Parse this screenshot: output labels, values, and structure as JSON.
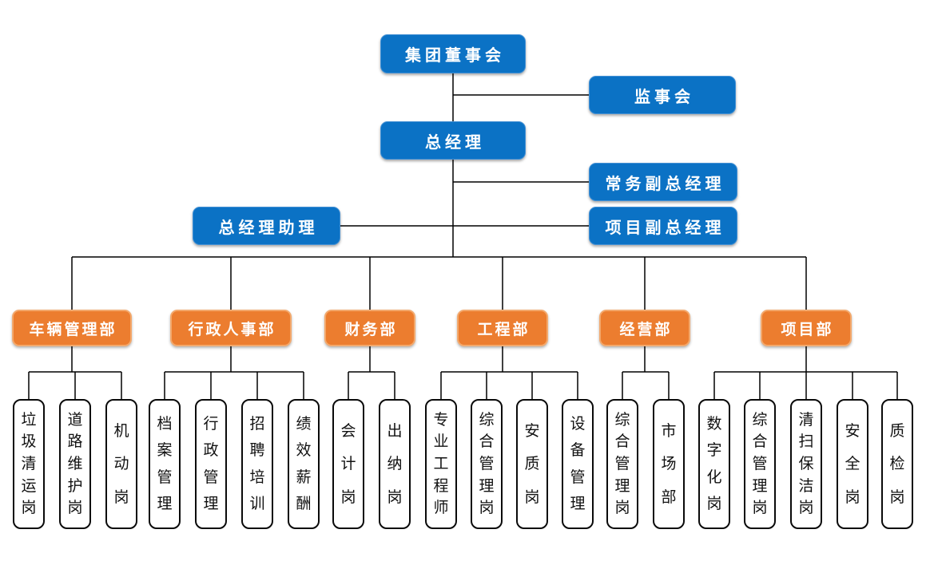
{
  "org": {
    "board": "集团董事会",
    "supervisory": "监事会",
    "general_manager": "总经理",
    "executive_deputy_gm": "常务副总经理",
    "gm_assistant": "总经理助理",
    "project_deputy_gm": "项目副总经理",
    "departments": [
      {
        "name": "车辆管理部",
        "positions": [
          "垃圾清运岗",
          "道路维护岗",
          "机动岗"
        ]
      },
      {
        "name": "行政人事部",
        "positions": [
          "档案管理",
          "行政管理",
          "招聘培训",
          "绩效薪酬"
        ]
      },
      {
        "name": "财务部",
        "positions": [
          "会计岗",
          "出纳岗"
        ]
      },
      {
        "name": "工程部",
        "positions": [
          "专业工程师",
          "综合管理岗",
          "安质岗",
          "设备管理"
        ]
      },
      {
        "name": "经营部",
        "positions": [
          "综合管理岗",
          "市场部"
        ]
      },
      {
        "name": "项目部",
        "positions": [
          "数字化岗",
          "综合管理岗",
          "清扫保洁岗",
          "安全岗",
          "质检岗"
        ]
      }
    ],
    "colors": {
      "executive_blue": "#0b72c5",
      "department_orange": "#ec7d2f",
      "leaf_border": "#0a0a0a",
      "connector": "#000000",
      "background": "#ffffff"
    }
  }
}
